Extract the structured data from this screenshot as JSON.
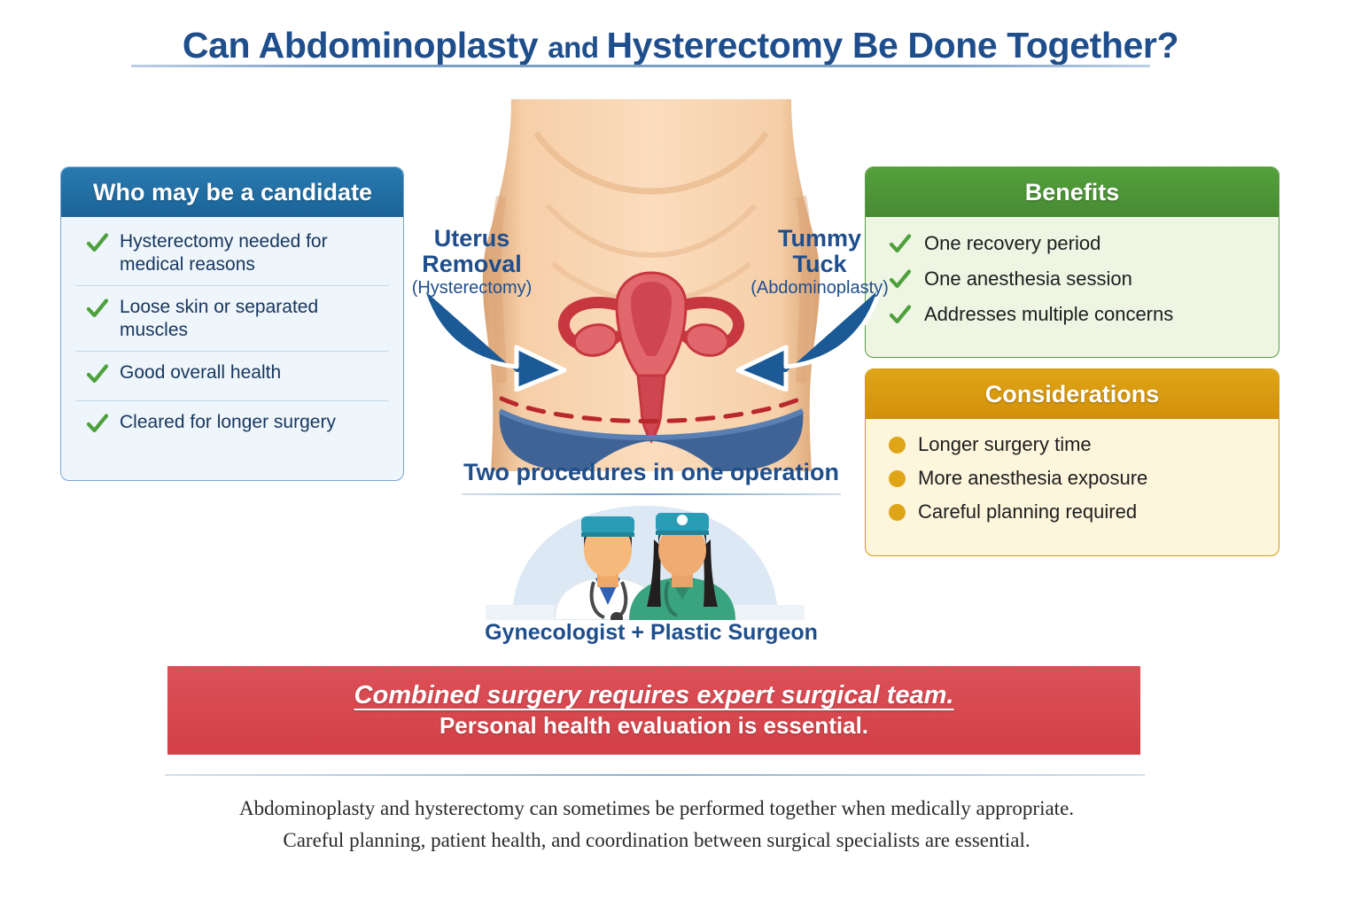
{
  "title": {
    "part1": "Can Abdominoplasty ",
    "part2": "and ",
    "part3": "Hysterectomy Be Done Together?"
  },
  "candidate_panel": {
    "heading": "Who may be a candidate",
    "accent": "#1a6397",
    "items": [
      "Hysterectomy needed for medical reasons",
      "Loose skin or separated muscles",
      "Good overall health",
      "Cleared for longer surgery"
    ]
  },
  "benefits_panel": {
    "heading": "Benefits",
    "accent": "#4a9438",
    "items": [
      "One recovery period",
      "One anesthesia session",
      "Addresses multiple concerns"
    ]
  },
  "considerations_panel": {
    "heading": "Considerations",
    "accent": "#dc9b10",
    "items": [
      "Longer surgery time",
      "More anesthesia exposure",
      "Careful planning required"
    ]
  },
  "illustration": {
    "left_label": "Uterus Removal",
    "left_sublabel": "(Hysterectomy)",
    "right_label_line1": "Tummy",
    "right_label_line2": "Tuck",
    "right_sublabel": "(Abdominoplasty)",
    "caption": "Two procedures in one operation",
    "team_caption": "Gynecologist + Plastic Surgeon"
  },
  "banner": {
    "line1": "Combined surgery requires expert surgical team.",
    "line2": "Personal health evaluation is essential.",
    "color": "#d9474e"
  },
  "footer": {
    "line1": "Abdominoplasty and hysterectomy can sometimes be performed together when medically appropriate.",
    "line2": "Careful planning, patient health, and coordination between surgical specialists are essential."
  }
}
